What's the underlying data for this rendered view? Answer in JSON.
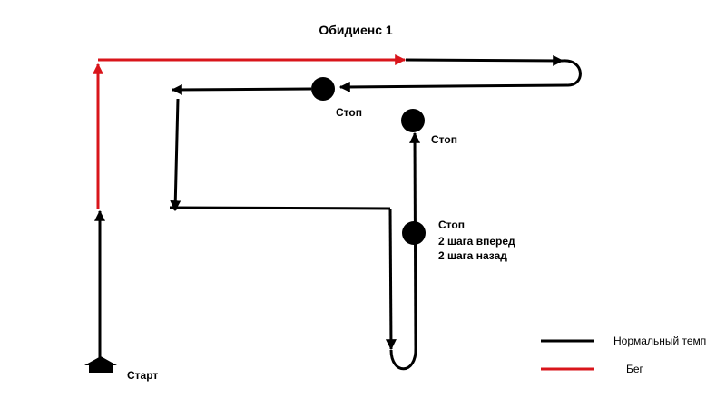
{
  "title": "Обидиенс 1",
  "labels": {
    "start": "Старт",
    "stop_top": "Стоп",
    "stop_right": "Стоп",
    "stop_middle": "Стоп",
    "steps_forward": "2 шага вперед",
    "steps_back": "2 шага назад"
  },
  "legend": {
    "normal_label": "Нормальный темп",
    "run_label": "Бег"
  },
  "colors": {
    "normal": "#000000",
    "run": "#d9151b"
  }
}
